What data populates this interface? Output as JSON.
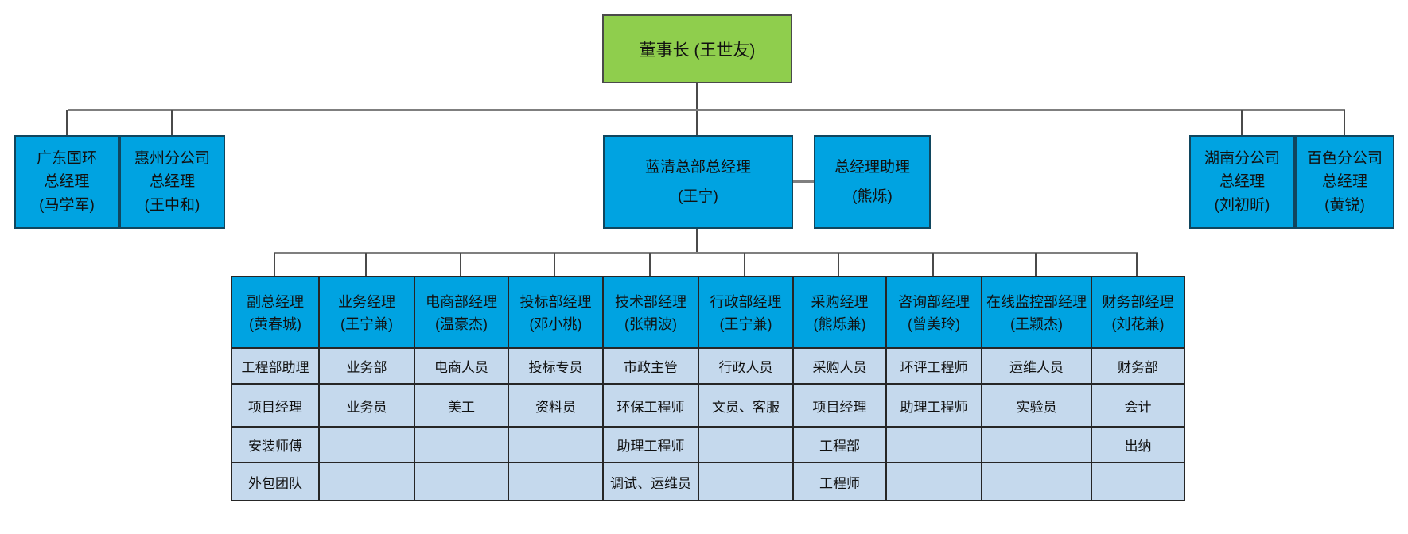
{
  "colors": {
    "chairman_fill": "#8fce4d",
    "box_fill": "#00a3e1",
    "cell_fill": "#c5d9ed",
    "bus_line": "#7f7f7f",
    "drop_line": "#4a4a4a"
  },
  "chairman": {
    "label": "董事长 (王世友)"
  },
  "level2": [
    {
      "lines": [
        "广东国环",
        "总经理",
        "(马学军)"
      ]
    },
    {
      "lines": [
        "惠州分公司",
        "总经理",
        "(王中和)"
      ]
    },
    {
      "lines": [
        "蓝清总部总经理",
        "(王宁)"
      ]
    },
    {
      "lines": [
        "总经理助理",
        "(熊烁)"
      ]
    },
    {
      "lines": [
        "湖南分公司",
        "总经理",
        "(刘初昕)"
      ]
    },
    {
      "lines": [
        "百色分公司",
        "总经理",
        "(黄锐)"
      ]
    }
  ],
  "departments": [
    {
      "title": "副总经理",
      "manager": "(黄春城)",
      "staff": [
        "工程部助理",
        "项目经理",
        "安装师傅",
        "外包团队"
      ]
    },
    {
      "title": "业务经理",
      "manager": "(王宁兼)",
      "staff": [
        "业务部",
        "业务员",
        "",
        ""
      ]
    },
    {
      "title": "电商部经理",
      "manager": "(温豪杰)",
      "staff": [
        "电商人员",
        "美工",
        "",
        ""
      ]
    },
    {
      "title": "投标部经理",
      "manager": "(邓小桃)",
      "staff": [
        "投标专员",
        "资料员",
        "",
        ""
      ]
    },
    {
      "title": "技术部经理",
      "manager": "(张朝波)",
      "staff": [
        "市政主管",
        "环保工程师",
        "助理工程师",
        "调试、运维员"
      ]
    },
    {
      "title": "行政部经理",
      "manager": "(王宁兼)",
      "staff": [
        "行政人员",
        "文员、客服",
        "",
        ""
      ]
    },
    {
      "title": "采购经理",
      "manager": "(熊烁兼)",
      "staff": [
        "采购人员",
        "项目经理",
        "工程部",
        "工程师"
      ]
    },
    {
      "title": "咨询部经理",
      "manager": "(曾美玲)",
      "staff": [
        "环评工程师",
        "助理工程师",
        "",
        ""
      ]
    },
    {
      "title": "在线监控部经理",
      "manager": "(王颖杰)",
      "staff": [
        "运维人员",
        "实验员",
        "",
        ""
      ]
    },
    {
      "title": "财务部经理",
      "manager": "(刘花兼)",
      "staff": [
        "财务部",
        "会计",
        "出纳",
        ""
      ]
    }
  ]
}
